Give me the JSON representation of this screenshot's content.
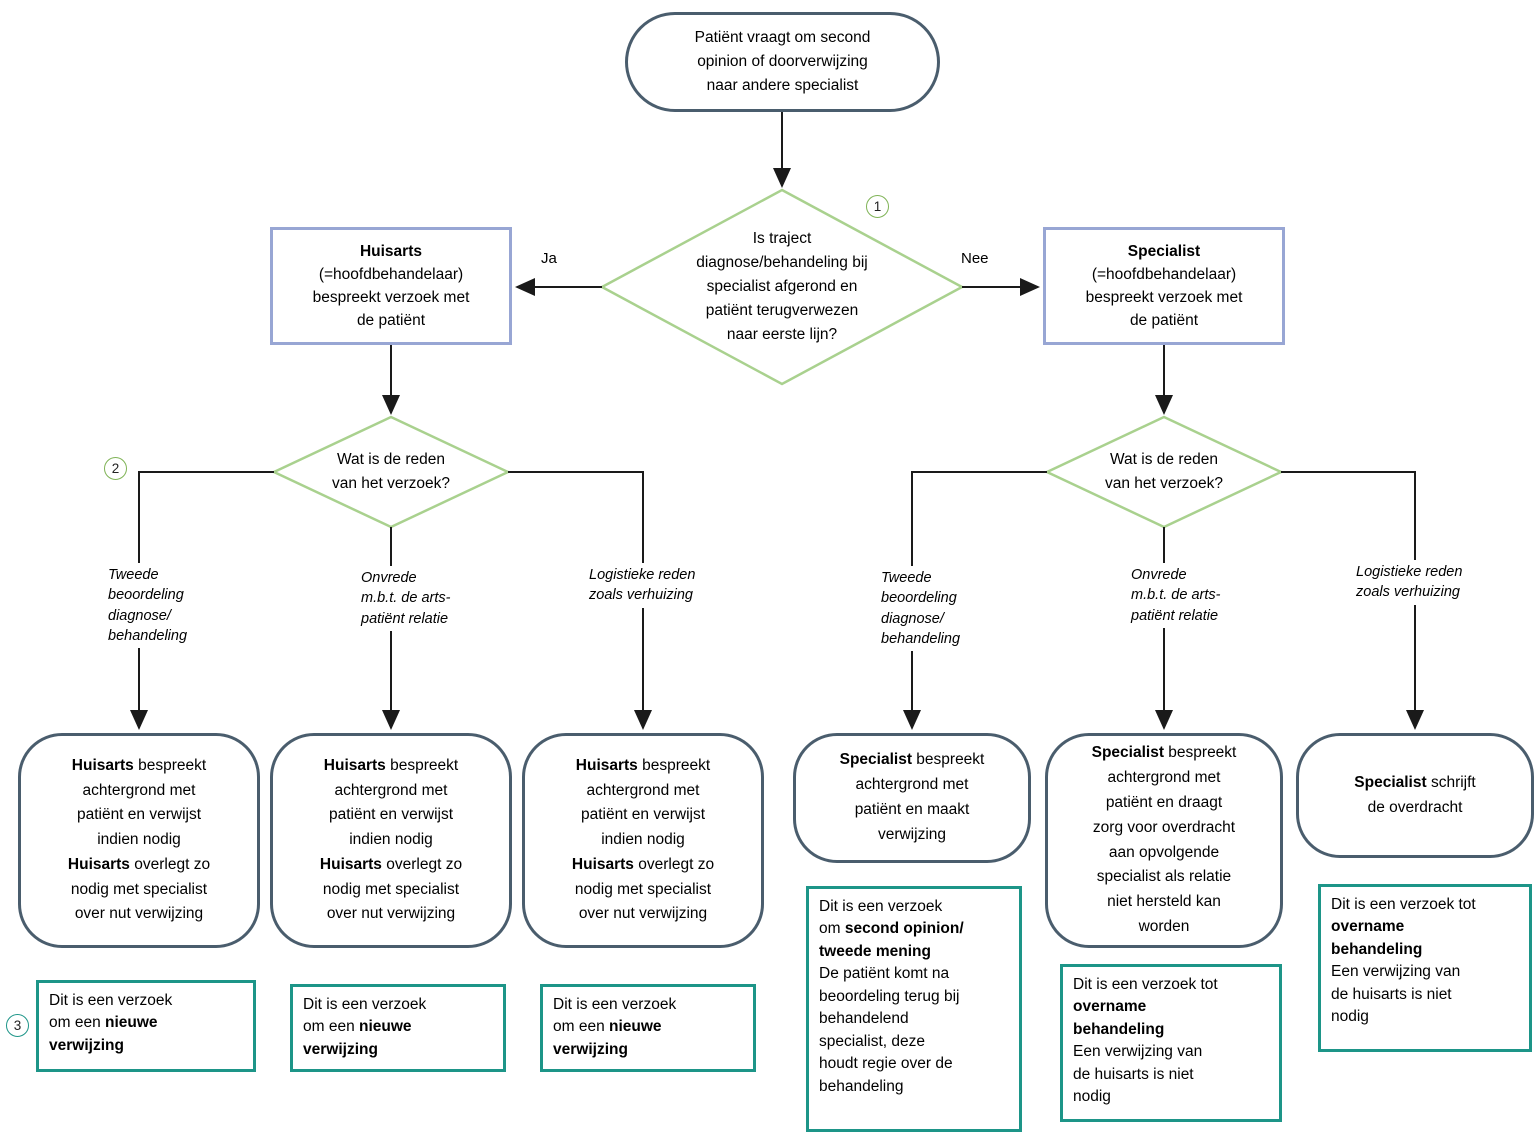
{
  "colors": {
    "node_border": "#4a5d6d",
    "decision_border": "#a9d18e",
    "role_border": "#98a6d4",
    "result_border": "#1d9588",
    "arrow": "#1a1a1a",
    "badge_green": "#7fb356",
    "badge_teal": "#1d9588"
  },
  "flow": {
    "start": "Patiënt vraagt om second\nopinion of doorverwijzing\nnaar andere specialist",
    "decision_main": {
      "badge": "1",
      "text": "Is traject\ndiagnose/behandeling bij\nspecialist afgerond en\npatiënt terugverwezen\nnaar eerste lijn?",
      "yes": "Ja",
      "no": "Nee"
    },
    "huisarts": {
      "bold": "Huisarts",
      "rest": "\n(=hoofdbehandelaar)\nbespreekt verzoek met\nde patiënt"
    },
    "specialist": {
      "bold": "Specialist",
      "rest": "\n(=hoofdbehandelaar)\nbespreekt verzoek met\nde patiënt"
    },
    "decision_left": {
      "badge": "2",
      "text": "Wat is de reden\nvan het verzoek?"
    },
    "decision_right": {
      "text": "Wat is de reden\nvan het verzoek?"
    },
    "reasons": {
      "tweede": "Tweede\nbeoordeling\ndiagnose/\nbehandeling",
      "onvrede": "Onvrede\nm.b.t. de arts-\npatiënt relatie",
      "logistiek": "Logistieke reden\nzoals verhuizing"
    },
    "outcomes": {
      "huisarts": {
        "bold1": "Huisarts",
        "t1": " bespreekt\nachtergrond met\npatiënt en verwijst\nindien nodig\n",
        "bold2": "Huisarts",
        "t2": " overlegt zo\nnodig met specialist\nover nut verwijzing"
      },
      "specialist_verwijzing": {
        "bold": "Specialist",
        "t": " bespreekt\nachtergrond met\npatiënt en maakt\nverwijzing"
      },
      "specialist_overdracht": {
        "bold": "Specialist",
        "t": " bespreekt\nachtergrond met\npatiënt en draagt\nzorg voor overdracht\naan opvolgende\nspecialist als relatie\nniet hersteld kan\nworden"
      },
      "specialist_schrijft": {
        "bold": "Specialist",
        "t": " schrijft\nde overdracht"
      }
    },
    "results": {
      "badge": "3",
      "nieuwe_verwijzing": {
        "t1": "Dit is een verzoek\nom een ",
        "bold": "nieuwe\nverwijzing"
      },
      "second_opinion": {
        "t1": "Dit is een verzoek\nom ",
        "bold": "second opinion/\ntweede mening",
        "t2": "\nDe patiënt komt na\nbeoordeling terug bij\nbehandelend\nspecialist, deze\nhoudt regie over de\nbehandeling"
      },
      "overname": {
        "t1": "Dit is een verzoek tot\n",
        "bold": "overname\nbehandeling",
        "t2": "\nEen verwijzing van\nde huisarts is niet\nnodig"
      }
    }
  }
}
